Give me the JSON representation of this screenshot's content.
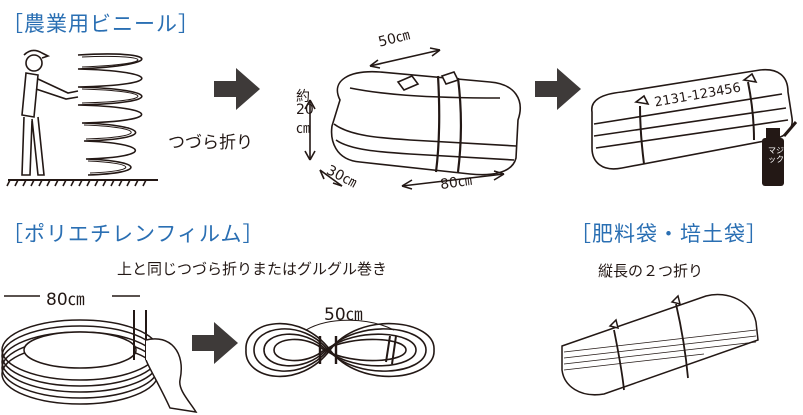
{
  "sections": {
    "agri": {
      "heading": "［農業用ビニール］",
      "fold_label": "つづら折り"
    },
    "bundle": {
      "len50": "50㎝",
      "height_vertical": [
        "約",
        "20",
        "㎝"
      ],
      "width30": "30㎝",
      "len80": "80㎝"
    },
    "marked": {
      "number": "2131-123456",
      "marker_text": "マジック"
    },
    "poly": {
      "heading": "［ポリエチレンフィルム］",
      "subtitle": "上と同じつづら折りまたはグルグル巻き",
      "len80": "80㎝",
      "len50": "50㎝"
    },
    "bags": {
      "heading": "［肥料袋・培土袋］",
      "subtitle": "縦長の２つ折り"
    }
  },
  "icons": [
    "person-icon",
    "arrow-right-icon",
    "marker-pen-icon"
  ]
}
